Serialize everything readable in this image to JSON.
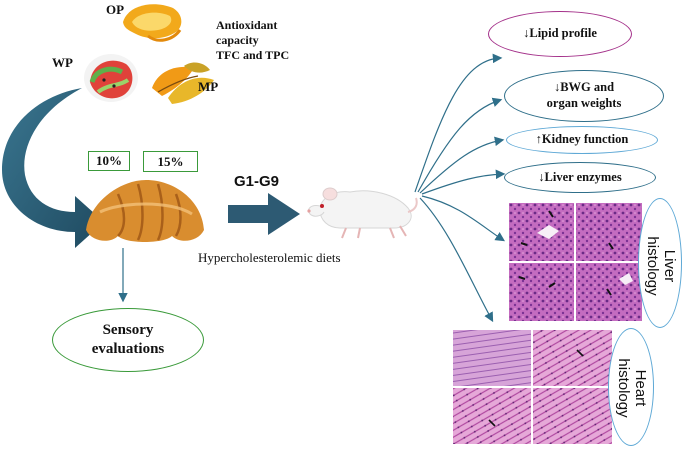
{
  "peels": {
    "op": "OP",
    "wp": "WP",
    "mp": "MP",
    "antioxidant_line1": "Antioxidant",
    "antioxidant_line2": "capacity",
    "antioxidant_line3": "TFC and TPC"
  },
  "levels": {
    "low": "10%",
    "high": "15%"
  },
  "groups": "G1-G9",
  "diet_caption": "Hypercholesterolemic diets",
  "sensory": {
    "line1": "Sensory",
    "line2": "evaluations"
  },
  "outcomes": {
    "lipid": "↓Lipid profile",
    "bwg_line1": "↓BWG and",
    "bwg_line2": "organ weights",
    "kidney": "↑Kidney function",
    "liver_enzymes": "↓Liver enzymes"
  },
  "histology": {
    "liver_line1": "Liver",
    "liver_line2": "histology",
    "heart_line1": "Heart",
    "heart_line2": "histology"
  },
  "colors": {
    "arrow_teal": "#2d5a73",
    "lipid_border": "#a4318a",
    "teal_border": "#2f6f8a",
    "sky_border": "#5fa9d6",
    "green_border": "#3a9a3a"
  }
}
